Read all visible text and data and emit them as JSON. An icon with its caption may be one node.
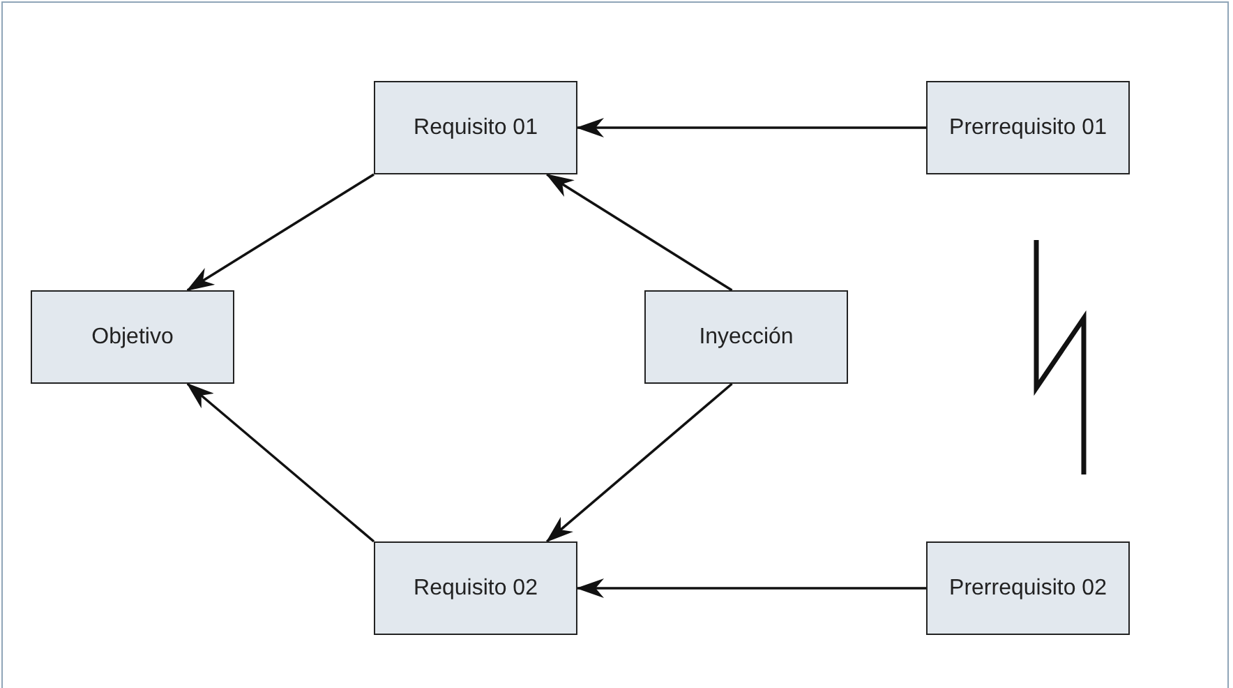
{
  "diagram": {
    "nodes": [
      {
        "text": [
          "Requisito 01"
        ]
      },
      {
        "text": [
          "Prerrequisito 01"
        ]
      },
      {
        "text": [
          "Objetivo"
        ]
      },
      {
        "text": [
          "Inyección"
        ]
      },
      {
        "text": [
          "Requisito 02"
        ]
      },
      {
        "text": [
          "Prerrequisito 02"
        ]
      }
    ],
    "edges": [
      {
        "from": 1,
        "to": 0,
        "arrow": "to"
      },
      {
        "from": 0,
        "to": 2,
        "arrow": "to"
      },
      {
        "from": 3,
        "to": 0,
        "arrow": "to"
      },
      {
        "from": 3,
        "to": 4,
        "arrow": "to"
      },
      {
        "from": 4,
        "to": 2,
        "arrow": "to"
      },
      {
        "from": 5,
        "to": 4,
        "arrow": "to"
      }
    ]
  }
}
